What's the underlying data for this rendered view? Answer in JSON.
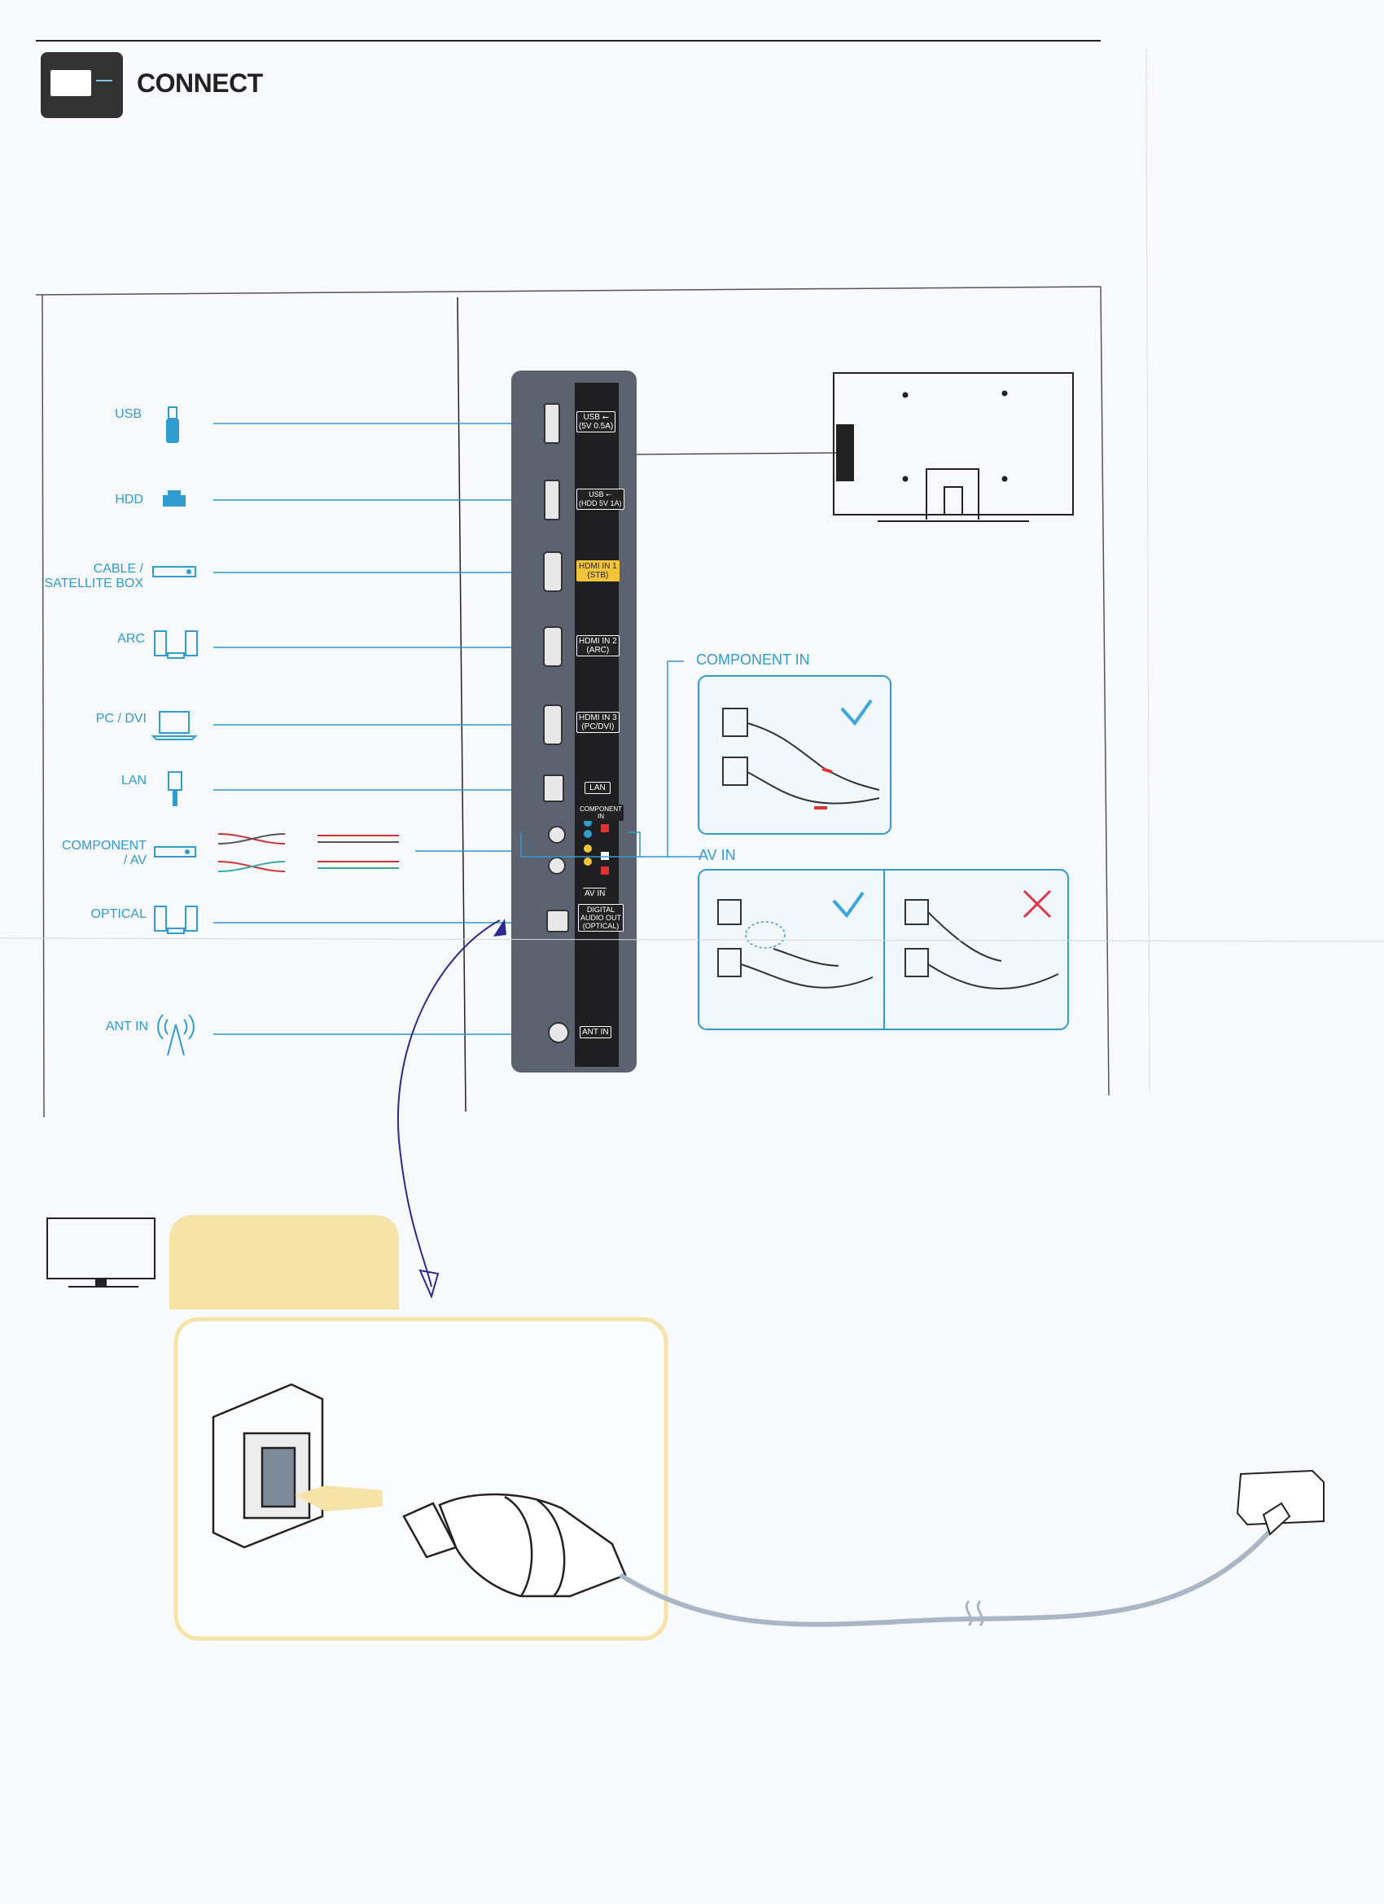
{
  "header": {
    "title": "CONNECT"
  },
  "devices": [
    {
      "id": "usb",
      "label": "USB"
    },
    {
      "id": "hdd",
      "label": "HDD"
    },
    {
      "id": "cable",
      "label": "CABLE /\nSATELLITE BOX"
    },
    {
      "id": "arc",
      "label": "ARC"
    },
    {
      "id": "pc",
      "label": "PC / DVI"
    },
    {
      "id": "lan",
      "label": "LAN"
    },
    {
      "id": "component",
      "label": "COMPONENT\n/ AV"
    },
    {
      "id": "optical",
      "label": "OPTICAL"
    },
    {
      "id": "ant",
      "label": "ANT IN"
    }
  ],
  "ports": [
    {
      "label": "USB ⭠\n(5V 0.5A)"
    },
    {
      "label": "USB ⭠\n(HDD 5V 1A)"
    },
    {
      "label": "HDMI IN 1\n(STB)"
    },
    {
      "label": "HDMI IN 2\n(ARC)"
    },
    {
      "label": "HDMI IN 3\n(PC/DVI)"
    },
    {
      "label": "LAN"
    },
    {
      "label": "COMPONENT\nIN"
    },
    {
      "label": "AV IN"
    },
    {
      "label": "DIGITAL\nAUDIO OUT\n(OPTICAL)"
    },
    {
      "label": "ANT IN"
    }
  ],
  "sections": {
    "component_in": "COMPONENT IN",
    "av_in": "AV IN"
  },
  "colors": {
    "accent": "#2f9bd0",
    "panel": "#5d6270",
    "strip": "#1f1f22",
    "highlight": "#f6e3a8",
    "check": "#3aa6dd",
    "cross": "#e0344a",
    "ink": "#2c2a8f"
  }
}
